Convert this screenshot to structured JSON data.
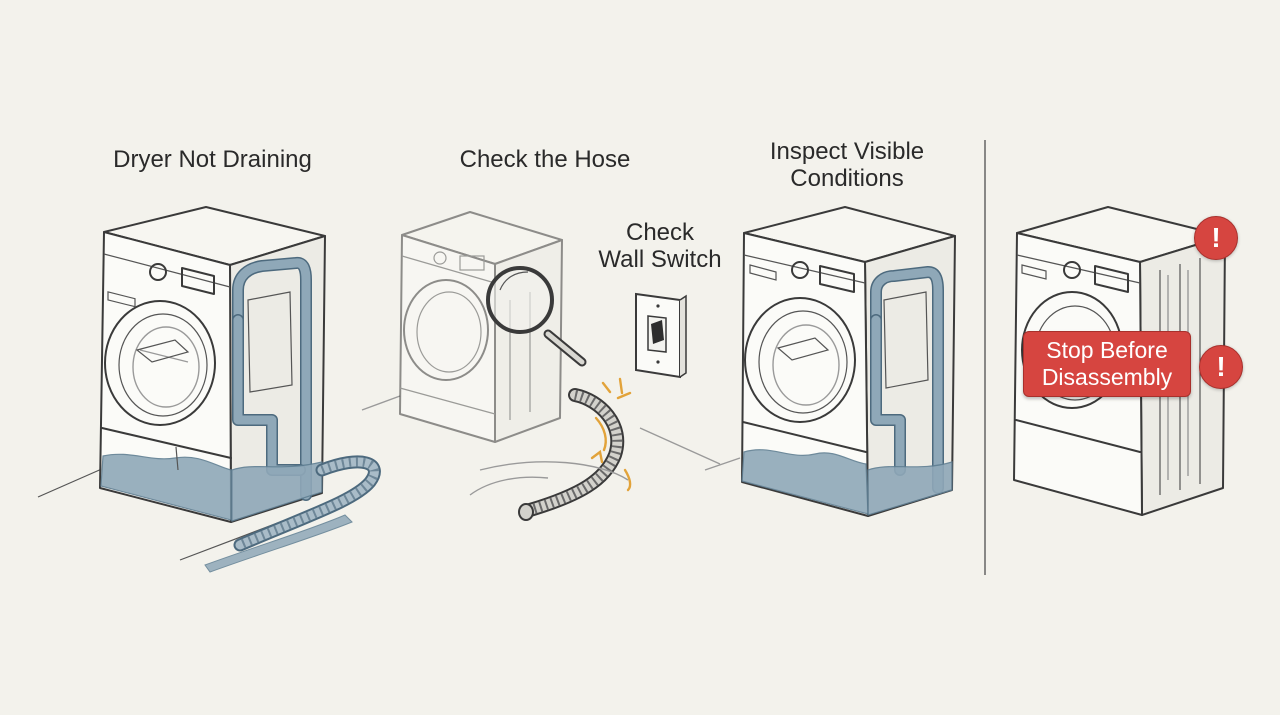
{
  "panels": {
    "dryer_not_draining": {
      "title": "Dryer Not Draining"
    },
    "check_hose": {
      "title": "Check the Hose"
    },
    "check_wall_switch": {
      "line1": "Check",
      "line2": "Wall Switch"
    },
    "inspect_conditions": {
      "line1": "Inspect Visible",
      "line2": "Conditions"
    },
    "stop": {
      "line1": "Stop Before",
      "line2": "Disassembly",
      "alert_glyph": "!"
    }
  },
  "colors": {
    "background": "#f3f2ec",
    "line": "#3a3a3a",
    "water": "#8fa8b8",
    "warning": "#d64540",
    "accent": "#e2a33a"
  },
  "icons": [
    "magnifier-icon",
    "wall-switch-icon",
    "alert-icon",
    "drain-hose-icon"
  ]
}
